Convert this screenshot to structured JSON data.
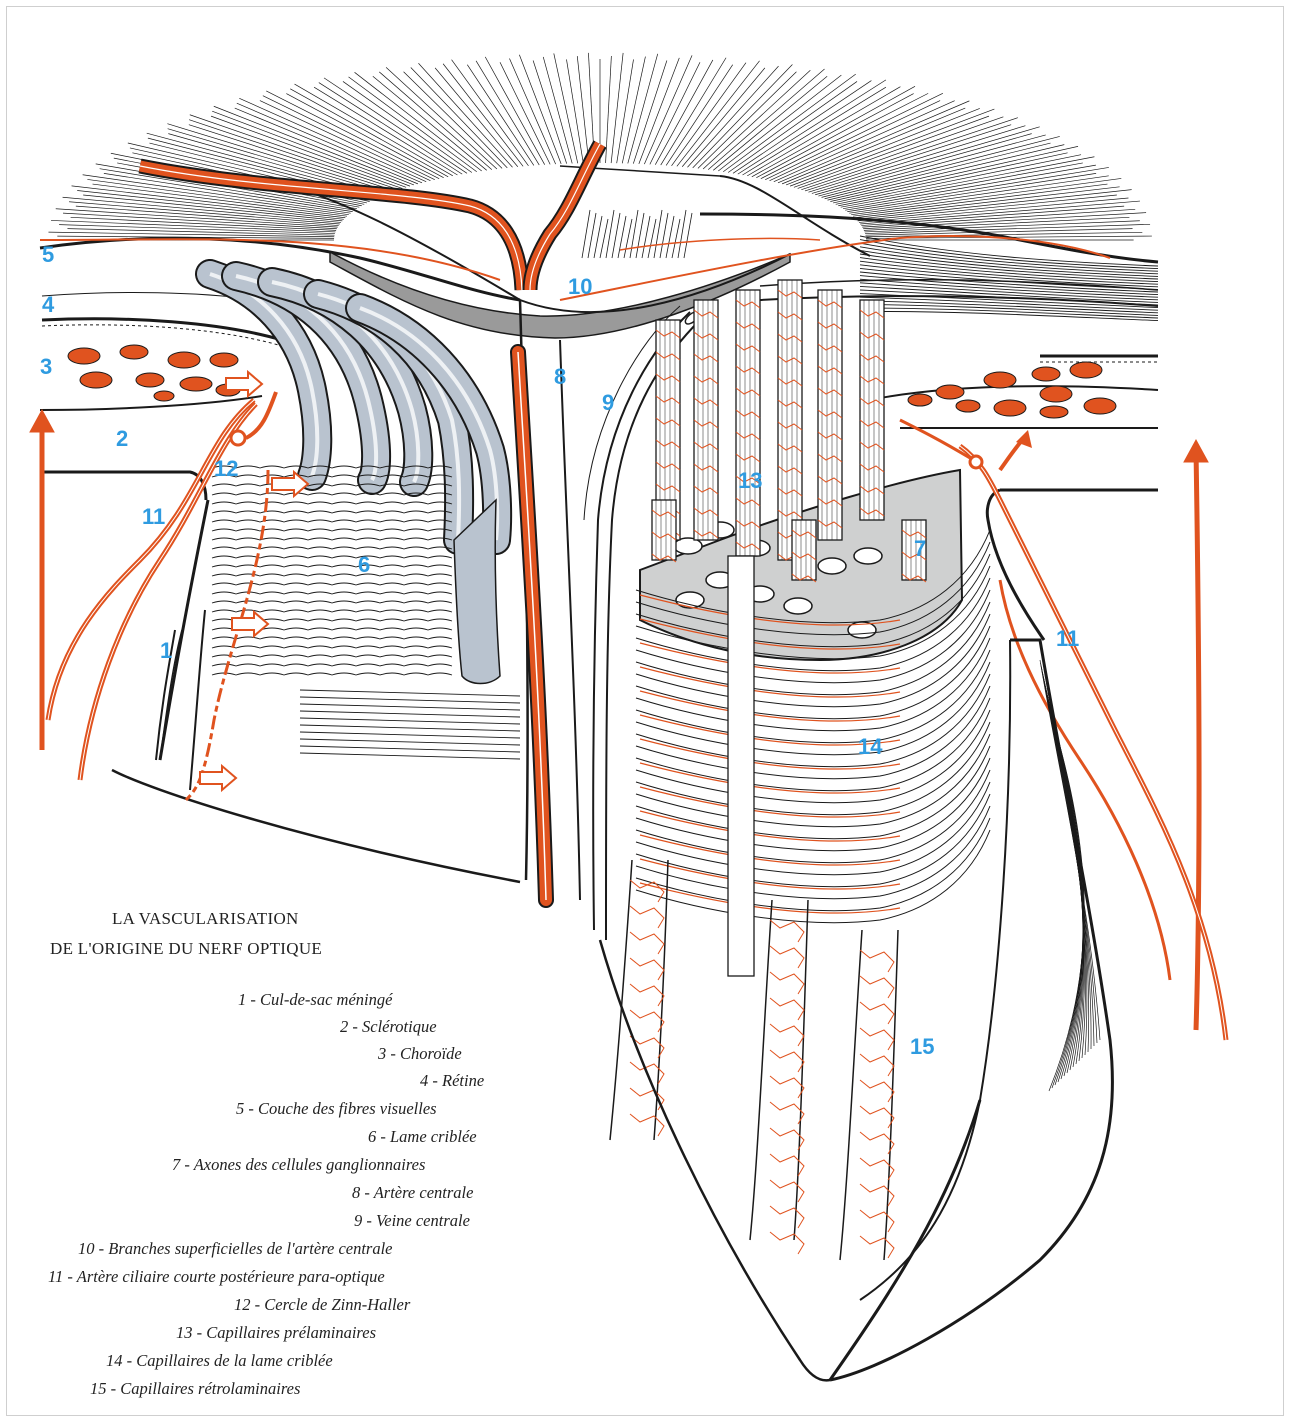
{
  "colors": {
    "artery": "#e0531f",
    "label": "#2f9be0",
    "ink": "#1a1a1a",
    "nerve_fiber": "#b9c3cf",
    "lamina": "#cfd0d0"
  },
  "title": {
    "line1": "LA VASCULARISATION",
    "line2": "DE L'ORIGINE DU NERF OPTIQUE"
  },
  "callouts": {
    "n1": "1",
    "n2": "2",
    "n3": "3",
    "n4": "4",
    "n5": "5",
    "n6": "6",
    "n7": "7",
    "n8": "8",
    "n9": "9",
    "n10": "10",
    "n11a": "11",
    "n11b": "11",
    "n12": "12",
    "n13": "13",
    "n14": "14",
    "n15": "15"
  },
  "legend": [
    {
      "num": "1 -",
      "text": "Cul-de-sac méningé"
    },
    {
      "num": "2 -",
      "text": "Sclérotique"
    },
    {
      "num": "3 -",
      "text": "Choroïde"
    },
    {
      "num": "4 -",
      "text": "Rétine"
    },
    {
      "num": "5 -",
      "text": "Couche des fibres visuelles"
    },
    {
      "num": "6 -",
      "text": "Lame criblée"
    },
    {
      "num": "7 -",
      "text": "Axones des cellules ganglionnaires"
    },
    {
      "num": "8 -",
      "text": "Artère centrale"
    },
    {
      "num": "9 -",
      "text": "Veine centrale"
    },
    {
      "num": "10 -",
      "text": "Branches superficielles de l'artère centrale"
    },
    {
      "num": "11 -",
      "text": "Artère ciliaire courte postérieure para-optique"
    },
    {
      "num": "12 -",
      "text": "Cercle de Zinn-Haller"
    },
    {
      "num": "13 -",
      "text": "Capillaires prélaminaires"
    },
    {
      "num": "14 -",
      "text": "Capillaires de la lame criblée"
    },
    {
      "num": "15 -",
      "text": "Capillaires rétrolaminaires"
    }
  ]
}
